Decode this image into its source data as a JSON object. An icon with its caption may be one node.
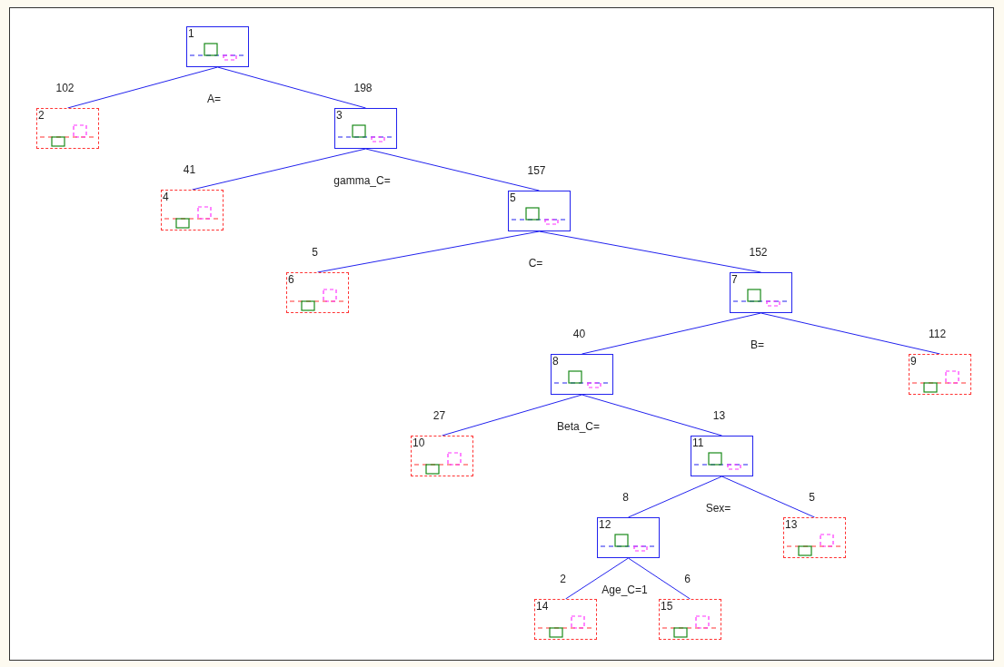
{
  "diagram": {
    "nodes": [
      {
        "text": [
          "1"
        ]
      },
      {
        "text": [
          "2"
        ]
      },
      {
        "text": [
          "3"
        ]
      },
      {
        "text": [
          "4"
        ]
      },
      {
        "text": [
          "5"
        ]
      },
      {
        "text": [
          "6"
        ]
      },
      {
        "text": [
          "7"
        ]
      },
      {
        "text": [
          "8"
        ]
      },
      {
        "text": [
          "9"
        ]
      },
      {
        "text": [
          "10"
        ]
      },
      {
        "text": [
          "11"
        ]
      },
      {
        "text": [
          "12"
        ]
      },
      {
        "text": [
          "13"
        ]
      },
      {
        "text": [
          "14"
        ]
      },
      {
        "text": [
          "15"
        ]
      }
    ],
    "edges": [
      {
        "from": 0,
        "to": 1,
        "arrow": "none",
        "label": "102"
      },
      {
        "from": 0,
        "to": 2,
        "arrow": "none",
        "label": "198"
      },
      {
        "from": 2,
        "to": 3,
        "arrow": "none",
        "label": "41"
      },
      {
        "from": 2,
        "to": 4,
        "arrow": "none",
        "label": "157"
      },
      {
        "from": 4,
        "to": 5,
        "arrow": "none",
        "label": "5"
      },
      {
        "from": 4,
        "to": 6,
        "arrow": "none",
        "label": "152"
      },
      {
        "from": 6,
        "to": 7,
        "arrow": "none",
        "label": "40"
      },
      {
        "from": 6,
        "to": 8,
        "arrow": "none",
        "label": "112"
      },
      {
        "from": 7,
        "to": 9,
        "arrow": "none",
        "label": "27"
      },
      {
        "from": 7,
        "to": 10,
        "arrow": "none",
        "label": "13"
      },
      {
        "from": 10,
        "to": 11,
        "arrow": "none",
        "label": "8"
      },
      {
        "from": 10,
        "to": 12,
        "arrow": "none",
        "label": "5"
      },
      {
        "from": 11,
        "to": 13,
        "arrow": "none",
        "label": "2"
      },
      {
        "from": 11,
        "to": 14,
        "arrow": "none",
        "label": "6"
      }
    ],
    "labels": [
      "A=",
      "gamma_C=",
      "C=",
      "B=",
      "Beta_C=",
      "Sex=",
      "Age_C=1"
    ]
  }
}
